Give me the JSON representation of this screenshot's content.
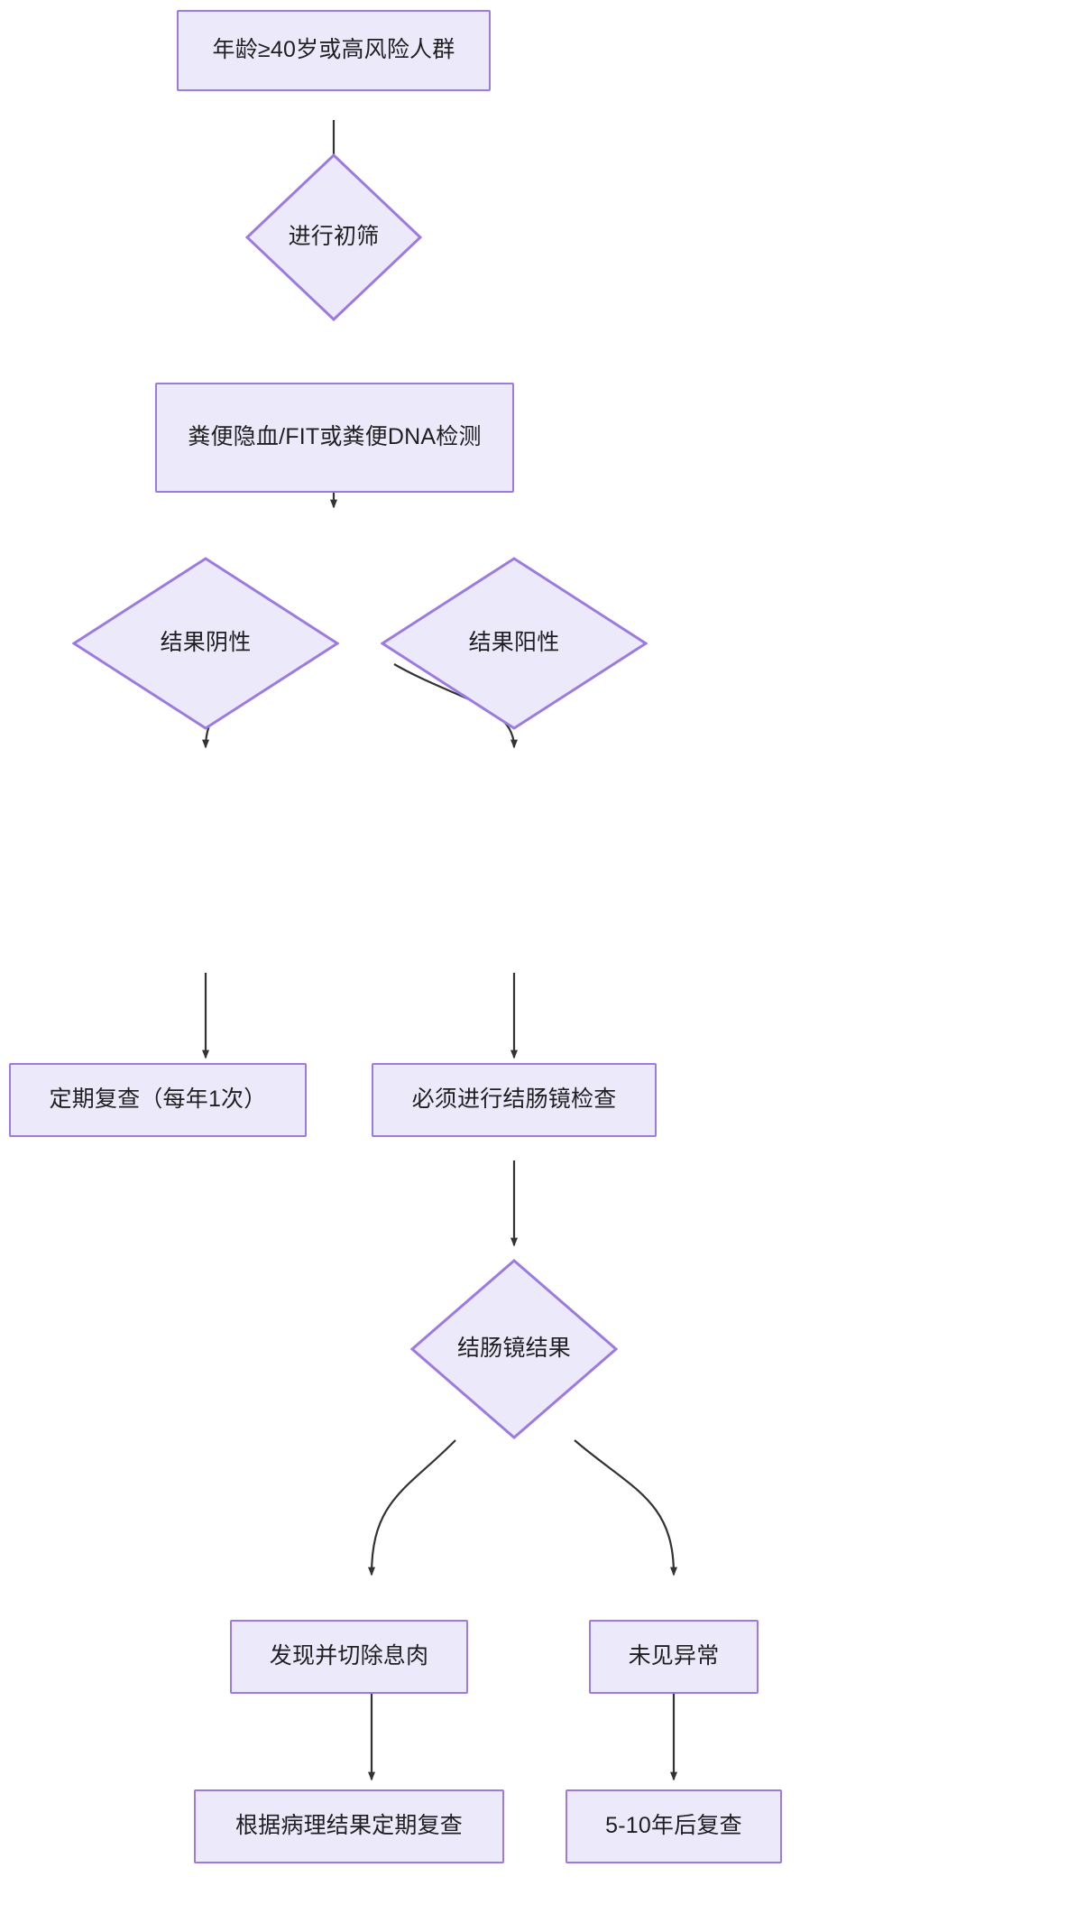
{
  "diagram": {
    "type": "flowchart",
    "direction": "top-to-bottom",
    "theme": {
      "node_fill": "#ECEAFA",
      "node_stroke": "#9C7BE0",
      "edge_stroke": "#333333",
      "text_color": "#1f1f22",
      "background": "#ffffff"
    },
    "nodes": [
      {
        "id": "n1",
        "shape": "rectangle",
        "label": "年龄≥40岁或高风险人群"
      },
      {
        "id": "n2",
        "shape": "diamond",
        "label": "进行初筛"
      },
      {
        "id": "n3",
        "shape": "rectangle",
        "label": "粪便隐血/FIT或粪便DNA检测"
      },
      {
        "id": "n4",
        "shape": "diamond",
        "label": "结果阴性"
      },
      {
        "id": "n5",
        "shape": "diamond",
        "label": "结果阳性"
      },
      {
        "id": "n6",
        "shape": "rectangle",
        "label": "定期复查（每年1次）"
      },
      {
        "id": "n7",
        "shape": "rectangle",
        "label": "必须进行结肠镜检查"
      },
      {
        "id": "n8",
        "shape": "diamond",
        "label": "结肠镜结果"
      },
      {
        "id": "n9",
        "shape": "rectangle",
        "label": "发现并切除息肉"
      },
      {
        "id": "n10",
        "shape": "rectangle",
        "label": "未见异常"
      },
      {
        "id": "n11",
        "shape": "rectangle",
        "label": "根据病理结果定期复查"
      },
      {
        "id": "n12",
        "shape": "rectangle",
        "label": "5-10年后复查"
      }
    ],
    "edges": [
      {
        "from": "n1",
        "to": "n2",
        "label": ""
      },
      {
        "from": "n2",
        "to": "n3",
        "label": ""
      },
      {
        "from": "n3",
        "to": "n4",
        "label": ""
      },
      {
        "from": "n3",
        "to": "n5",
        "label": ""
      },
      {
        "from": "n4",
        "to": "n6",
        "label": ""
      },
      {
        "from": "n5",
        "to": "n7",
        "label": ""
      },
      {
        "from": "n7",
        "to": "n8",
        "label": ""
      },
      {
        "from": "n8",
        "to": "n9",
        "label": ""
      },
      {
        "from": "n8",
        "to": "n10",
        "label": ""
      },
      {
        "from": "n9",
        "to": "n11",
        "label": ""
      },
      {
        "from": "n10",
        "to": "n12",
        "label": ""
      }
    ]
  }
}
